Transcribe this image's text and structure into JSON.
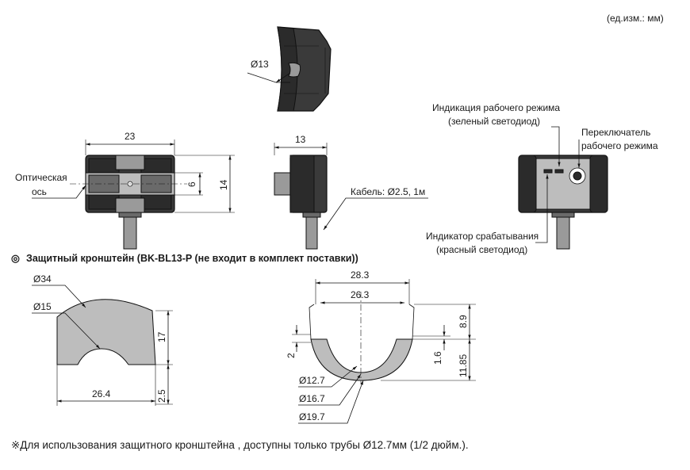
{
  "units_note": "(ед.изм.: мм)",
  "sensor": {
    "top_view": {
      "dia13": "Ø13"
    },
    "front_view": {
      "width": "23",
      "height": "14",
      "slot": "6",
      "optical_axis_line1": "Оптическая",
      "optical_axis_line2": "ось"
    },
    "side_view": {
      "depth": "13",
      "cable": "Кабель: Ø2.5, 1м"
    },
    "rear_view": {
      "operation_indicator_line1": "Индикация рабочего режима",
      "operation_indicator_line2": "(зеленый светодиод)",
      "mode_switch_line1": "Переключатель",
      "mode_switch_line2": "рабочего режима",
      "action_indicator_line1": "Индикатор срабатывания",
      "action_indicator_line2": "(красный светодиод)"
    }
  },
  "bracket": {
    "heading_symbol": "◎",
    "heading": "Защитный кронштейн  (BK-BL13-P (не входит в комплект поставки))",
    "left_view": {
      "dia34": "Ø34",
      "dia15": "Ø15",
      "height": "17",
      "base": "2.5",
      "width": "26.4"
    },
    "right_view": {
      "outer_width": "28.3",
      "inner_width": "26.3",
      "top_height": "8.9",
      "bottom_height": "11.85",
      "gap": "1.6",
      "thickness": "2",
      "dia127": "Ø12.7",
      "dia167": "Ø16.7",
      "dia197": "Ø19.7"
    }
  },
  "footnote": "※Для использования  защитного кронштейна , доступны только трубы Ø12.7мм (1/2 дюйм.)."
}
